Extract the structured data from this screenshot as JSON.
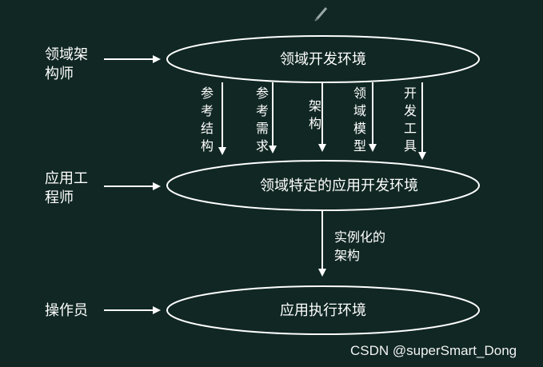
{
  "roles": {
    "domain_architect": [
      "领域架",
      "构师"
    ],
    "application_engineer": [
      "应用工",
      "程师"
    ],
    "operator": "操作员"
  },
  "environments": {
    "domain_dev": "领域开发环境",
    "domain_specific_app_dev": "领域特定的应用开发环境",
    "app_execution": "应用执行环境"
  },
  "artifacts": [
    {
      "chars": [
        "参",
        "考",
        "结",
        "构"
      ]
    },
    {
      "chars": [
        "参",
        "考",
        "需",
        "求"
      ]
    },
    {
      "chars": [
        "架",
        "构"
      ]
    },
    {
      "chars": [
        "领",
        "域",
        "模",
        "型"
      ]
    },
    {
      "chars": [
        "开",
        "发",
        "工",
        "具"
      ]
    }
  ],
  "instantiation_label": [
    "实例化的",
    "架构"
  ],
  "watermark": "CSDN @superSmart_Dong"
}
